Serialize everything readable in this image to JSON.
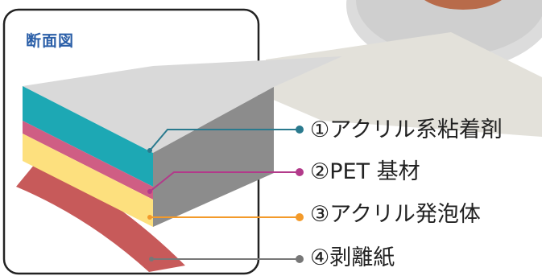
{
  "panel": {
    "title": "断面図"
  },
  "layers": [
    {
      "label": "①アクリル系粘着剤",
      "color": "#1da8b4",
      "dot": "#2a7a8e"
    },
    {
      "label": "②PET 基材",
      "color": "#cf5e84",
      "dot": "#b23a8a"
    },
    {
      "label": "③アクリル発泡体",
      "color": "#fde07e",
      "dot": "#f39a2a"
    },
    {
      "label": "④剥離紙",
      "color": "#c75a5a",
      "dot": "#777777"
    }
  ]
}
